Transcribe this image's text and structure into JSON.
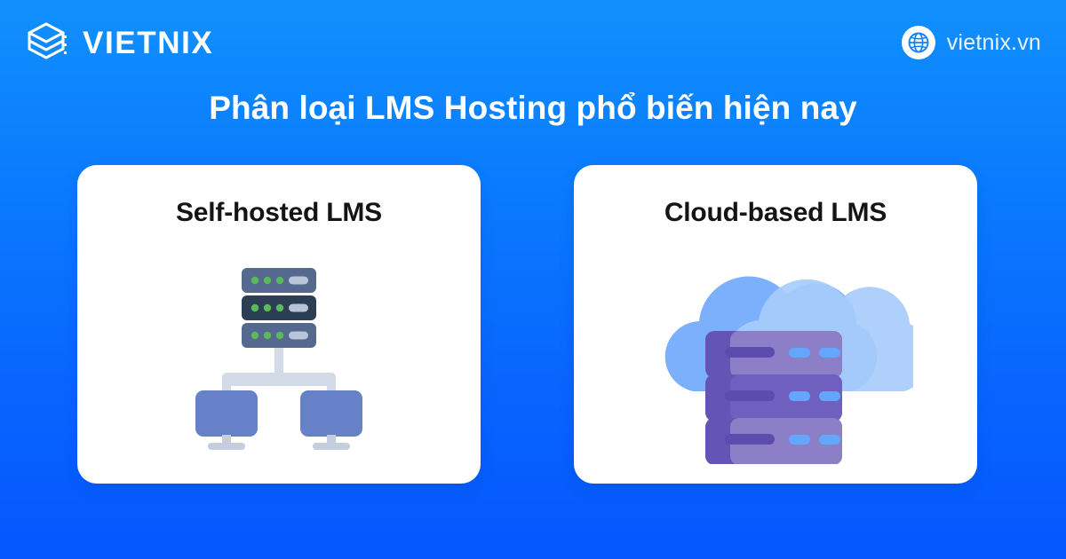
{
  "header": {
    "logo_icon": "stacked-layers-logo-icon",
    "brand_name": "VIETNIX",
    "globe_icon": "globe-icon",
    "site_url": "vietnix.vn"
  },
  "title": "Phân loại LMS Hosting phổ biến hiện nay",
  "cards": [
    {
      "title": "Self-hosted LMS",
      "illustration": "on-premise-server-network-illustration"
    },
    {
      "title": "Cloud-based LMS",
      "illustration": "cloud-server-stack-illustration"
    }
  ],
  "colors": {
    "background_top": "#1190fd",
    "background_bottom": "#0556fe",
    "card_background": "#ffffff",
    "title_text": "#ffffff",
    "card_title_text": "#141414",
    "server_rack": "#54698d",
    "server_rack_dark": "#2c3e54",
    "server_led": "#5cb85c",
    "server_slot": "#b9c4d8",
    "connector_line": "#d3dbe6",
    "monitor": "#6781c8",
    "monitor_stand": "#c5cedd",
    "cloud_back": "#7db0fc",
    "cloud_front": "#a7ccfb",
    "cloud_rack_light": "#8c7fc8",
    "cloud_rack_mid": "#6f5fbe",
    "cloud_rack_side": "#6354b5",
    "cloud_rack_bar": "#5c4cae",
    "cloud_rack_led": "#64a6fb"
  }
}
